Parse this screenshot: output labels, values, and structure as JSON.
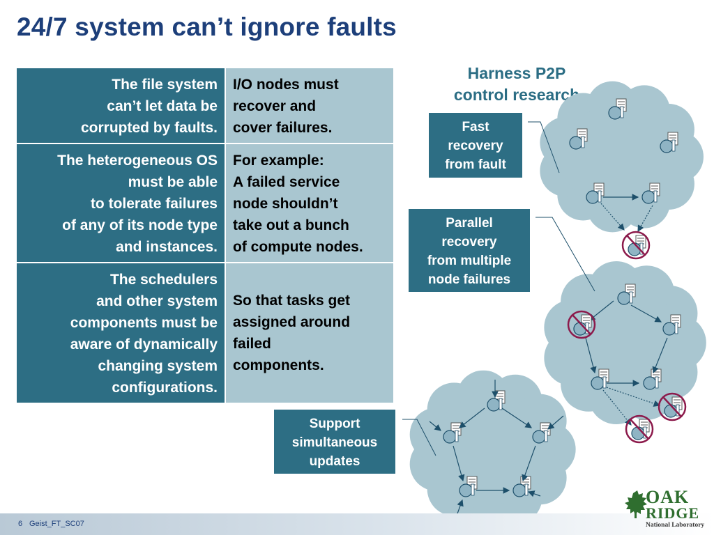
{
  "title": "24/7 system can’t ignore faults",
  "table": {
    "rows": [
      {
        "left": [
          "The file system",
          "can’t let data be",
          "corrupted by faults."
        ],
        "right": [
          "I/O nodes must",
          "recover and",
          "cover failures."
        ]
      },
      {
        "left": [
          "The heterogeneous OS",
          "must be able",
          "to tolerate failures",
          "of any of its node type",
          "and instances."
        ],
        "right": [
          "For example:",
          "A failed service",
          "node shouldn’t",
          "take out a bunch",
          "of compute nodes."
        ]
      },
      {
        "left": [
          "The schedulers",
          "and other system",
          "components must be",
          "aware of dynamically",
          "changing system",
          "configurations."
        ],
        "right": [
          "So that tasks get",
          "assigned around",
          "failed",
          "components."
        ]
      }
    ]
  },
  "subtitle": [
    "Harness P2P",
    "control research"
  ],
  "callouts": {
    "fast": [
      "Fast",
      "recovery",
      "from fault"
    ],
    "parallel": [
      "Parallel",
      "recovery",
      "from multiple",
      "node failures"
    ],
    "support": [
      "Support",
      "simultaneous",
      "updates"
    ]
  },
  "footer": {
    "page": "6",
    "label": "Geist_FT_SC07"
  },
  "logo": {
    "line1": "OAK",
    "line2": "RIDGE",
    "line3": "National Laboratory"
  },
  "colors": {
    "title": "#1d3f7a",
    "teal": "#2d6e84",
    "light": "#a9c6d0",
    "cloud": "#a9c6d0",
    "fail": "#8c1a4b"
  }
}
